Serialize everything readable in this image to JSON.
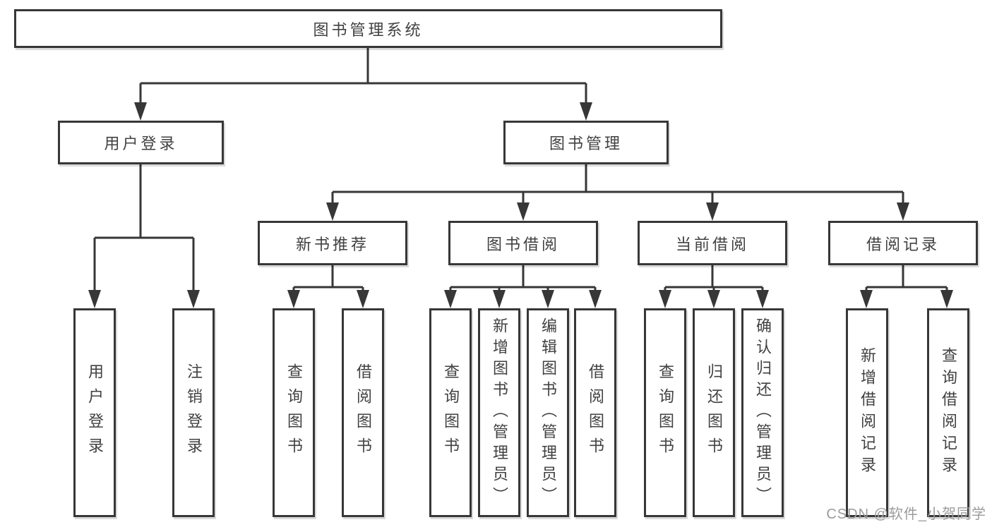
{
  "tree": {
    "label": "图书管理系统",
    "children": [
      {
        "label": "用户登录",
        "children": [
          {
            "label": "用户登录"
          },
          {
            "label": "注销登录"
          }
        ]
      },
      {
        "label": "图书管理",
        "children": [
          {
            "label": "新书推荐",
            "children": [
              {
                "label": "查询图书"
              },
              {
                "label": "借阅图书"
              }
            ]
          },
          {
            "label": "图书借阅",
            "children": [
              {
                "label": "查询图书"
              },
              {
                "label": "新增图书（管理员）"
              },
              {
                "label": "编辑图书（管理员）"
              },
              {
                "label": "借阅图书"
              }
            ]
          },
          {
            "label": "当前借阅",
            "children": [
              {
                "label": "查询图书"
              },
              {
                "label": "归还图书"
              },
              {
                "label": "确认归还（管理员）"
              }
            ]
          },
          {
            "label": "借阅记录",
            "children": [
              {
                "label": "新增借阅记录"
              },
              {
                "label": "查询借阅记录"
              }
            ]
          }
        ]
      }
    ]
  },
  "watermark": {
    "text": "CSDN @软件_小贺同学"
  },
  "colors": {
    "line": "#373737",
    "box_border": "#373737",
    "text": "#414141",
    "watermark": "#9b9b9b",
    "background": "#ffffff"
  }
}
